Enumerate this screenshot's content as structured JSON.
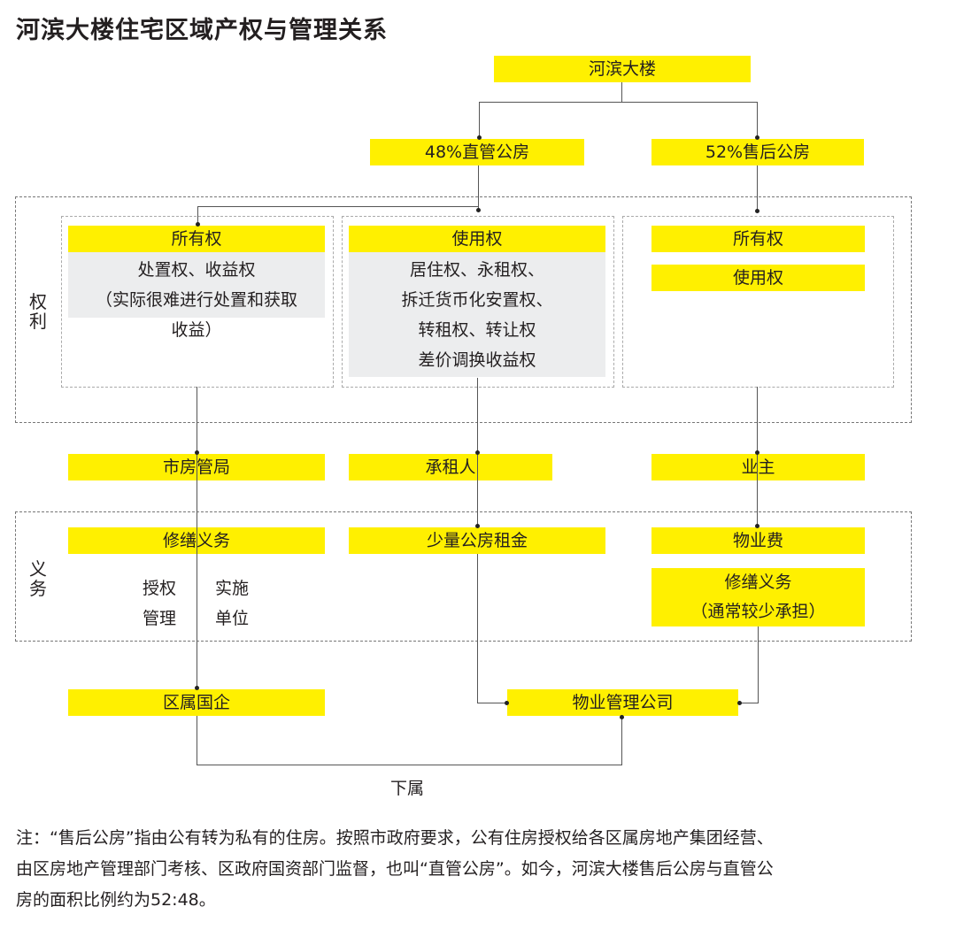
{
  "title": "河滨大楼住宅区域产权与管理关系",
  "colors": {
    "highlight": "#fff000",
    "panel": "#ecedee",
    "line": "#555555"
  },
  "top": {
    "root": "河滨大楼",
    "left": "48%直管公房",
    "right": "52%售后公房"
  },
  "rights_section": {
    "label": [
      "权",
      "利"
    ],
    "left": {
      "header": "所有权",
      "lines": [
        "处置权、收益权",
        "（实际很难进行处置和获取",
        "收益）"
      ]
    },
    "middle": {
      "header": "使用权",
      "lines": [
        "居住权、永租权、",
        "拆迁货币化安置权、",
        "转租权、转让权",
        "差价调换收益权"
      ]
    },
    "right": {
      "items": [
        "所有权",
        "使用权"
      ]
    }
  },
  "actors": {
    "left": "市房管局",
    "middle": "承租人",
    "right": "业主"
  },
  "obligations_section": {
    "label": [
      "义",
      "务"
    ],
    "left": {
      "header": "修缮义务",
      "col1": [
        "授权",
        "管理"
      ],
      "col2": [
        "实施",
        "单位"
      ]
    },
    "middle": {
      "header": "少量公房租金"
    },
    "right": {
      "header": "物业费",
      "box": [
        "修缮义务",
        "（通常较少承担）"
      ]
    }
  },
  "bottom": {
    "left": "区属国企",
    "right": "物业管理公司",
    "relation": "下属"
  },
  "note": [
    "注：“售后公房”指由公有转为私有的住房。按照市政府要求，公有住房授权给各区属房地产集团经营、",
    "由区房地产管理部门考核、区政府国资部门监督，也叫“直管公房”。如今，河滨大楼售后公房与直管公",
    "房的面积比例约为52:48。"
  ]
}
